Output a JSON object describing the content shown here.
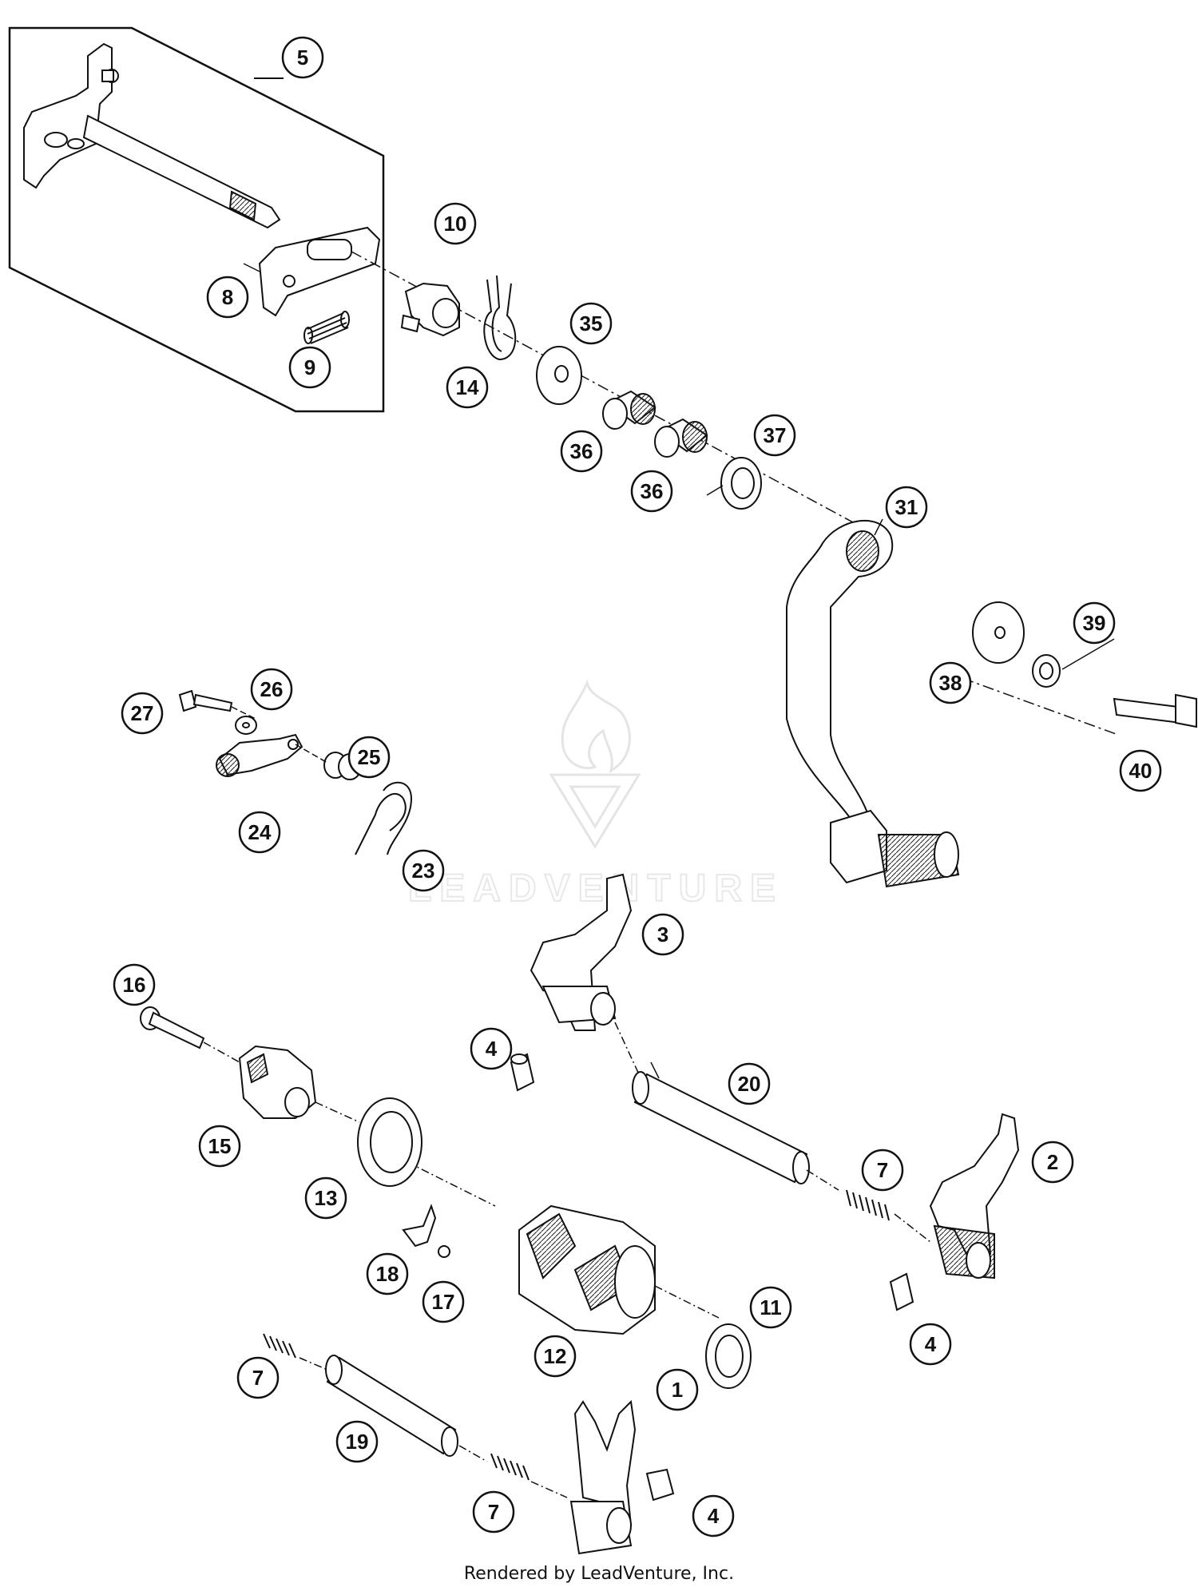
{
  "diagram": {
    "callouts": [
      {
        "id": "c5",
        "label": "5"
      },
      {
        "id": "c8",
        "label": "8"
      },
      {
        "id": "c9",
        "label": "9"
      },
      {
        "id": "c10",
        "label": "10"
      },
      {
        "id": "c14",
        "label": "14"
      },
      {
        "id": "c35",
        "label": "35"
      },
      {
        "id": "c36a",
        "label": "36"
      },
      {
        "id": "c36b",
        "label": "36"
      },
      {
        "id": "c37",
        "label": "37"
      },
      {
        "id": "c31",
        "label": "31"
      },
      {
        "id": "c38",
        "label": "38"
      },
      {
        "id": "c39",
        "label": "39"
      },
      {
        "id": "c40",
        "label": "40"
      },
      {
        "id": "c27",
        "label": "27"
      },
      {
        "id": "c26",
        "label": "26"
      },
      {
        "id": "c25",
        "label": "25"
      },
      {
        "id": "c24",
        "label": "24"
      },
      {
        "id": "c23",
        "label": "23"
      },
      {
        "id": "c3",
        "label": "3"
      },
      {
        "id": "c16",
        "label": "16"
      },
      {
        "id": "c4a",
        "label": "4"
      },
      {
        "id": "c20",
        "label": "20"
      },
      {
        "id": "c15",
        "label": "15"
      },
      {
        "id": "c13",
        "label": "13"
      },
      {
        "id": "c7a",
        "label": "7"
      },
      {
        "id": "c2",
        "label": "2"
      },
      {
        "id": "c18",
        "label": "18"
      },
      {
        "id": "c17",
        "label": "17"
      },
      {
        "id": "c11",
        "label": "11"
      },
      {
        "id": "c4b",
        "label": "4"
      },
      {
        "id": "c12",
        "label": "12"
      },
      {
        "id": "c7b",
        "label": "7"
      },
      {
        "id": "c19",
        "label": "19"
      },
      {
        "id": "c1",
        "label": "1"
      },
      {
        "id": "c7c",
        "label": "7"
      },
      {
        "id": "c4c",
        "label": "4"
      }
    ]
  },
  "watermark": {
    "text": "LEADVENTURE"
  },
  "footer": {
    "text": "Rendered by LeadVenture, Inc."
  }
}
